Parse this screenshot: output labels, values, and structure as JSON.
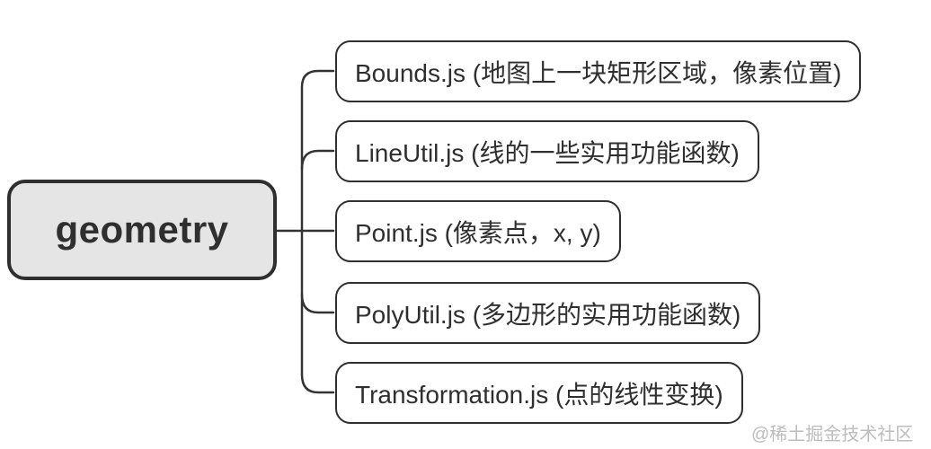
{
  "root": {
    "label": "geometry"
  },
  "children": [
    {
      "label": "Bounds.js (地图上一块矩形区域，像素位置)"
    },
    {
      "label": "LineUtil.js (线的一些实用功能函数)"
    },
    {
      "label": "Point.js (像素点，x, y)"
    },
    {
      "label": "PolyUtil.js (多边形的实用功能函数)"
    },
    {
      "label": "Transformation.js (点的线性变换)"
    }
  ],
  "watermark": "@稀土掘金技术社区",
  "colors": {
    "node_border": "#2f2f2f",
    "connector": "#333333",
    "root_fill": "#e5e5e5",
    "node_fill": "#ffffff",
    "text": "#2f2f2f",
    "watermark": "#bdbdbd"
  }
}
